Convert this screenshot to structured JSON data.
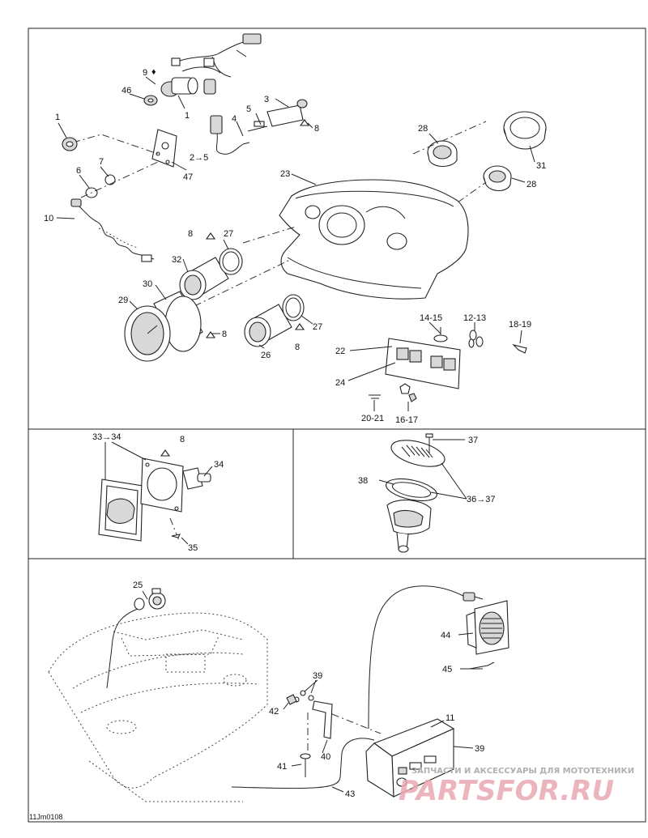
{
  "diagram_code": "11Jm0108",
  "watermark": {
    "caption": "ЗАПЧАСТИ И АКСЕССУАРЫ ДЛЯ МОТОТЕХНИКИ",
    "logo_text": "PARTSFOR.RU"
  },
  "callouts": {
    "c1a": "1",
    "c1b": "1",
    "c2_5": "2→5",
    "c3": "3",
    "c4": "4",
    "c5": "5",
    "c6": "6",
    "c7": "7",
    "c8a": "8",
    "c8b": "8",
    "c8c": "8",
    "c8d": "8",
    "c9": "9",
    "c10": "10",
    "c46": "46",
    "c47": "47",
    "c23": "23",
    "c28a": "28",
    "c28b": "28",
    "c31": "31",
    "c27a": "27",
    "c27b": "27",
    "c32": "32",
    "c30": "30",
    "c29": "29",
    "c26": "26",
    "c22": "22",
    "c24": "24",
    "c14_15": "14-15",
    "c12_13": "12-13",
    "c18_19": "18-19",
    "c20_21": "20-21",
    "c16_17": "16-17",
    "c33_34": "33→34",
    "c8e": "8",
    "c34": "34",
    "c35": "35",
    "c37": "37",
    "c38": "38",
    "c36_37": "36→37",
    "c25": "25",
    "c44": "44",
    "c45": "45",
    "c39a": "39",
    "c42": "42",
    "c11": "11",
    "c39b": "39",
    "c41": "41",
    "c40": "40",
    "c43": "43"
  }
}
